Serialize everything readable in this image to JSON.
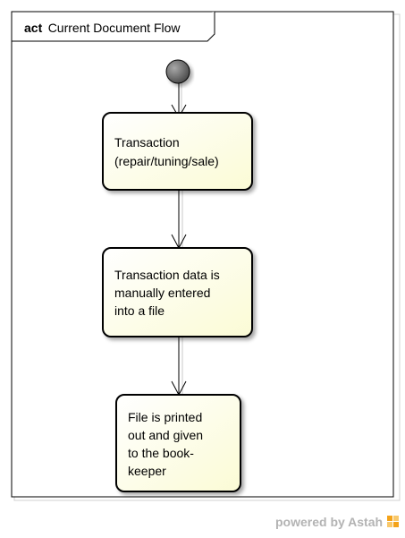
{
  "diagram": {
    "frame_keyword": "act",
    "frame_title": "Current Document Flow",
    "actions": [
      {
        "id": "transaction",
        "lines": [
          "Transaction",
          "(repair/tuning/sale)"
        ]
      },
      {
        "id": "data-entry",
        "lines": [
          "Transaction data is",
          "manually entered",
          "into a file"
        ]
      },
      {
        "id": "printed",
        "lines": [
          "File is printed",
          "out and given",
          "to the book-",
          "keeper"
        ]
      }
    ],
    "flows": [
      {
        "from": "initial",
        "to": "transaction"
      },
      {
        "from": "transaction",
        "to": "data-entry"
      },
      {
        "from": "data-entry",
        "to": "printed"
      }
    ],
    "colors": {
      "action_fill_top": "#ffffff",
      "action_fill_bottom": "#fbfbd5",
      "stroke": "#000000",
      "initial_node": "#6b6b6b",
      "watermark_logo": "#f4a31a"
    }
  },
  "watermark": {
    "text": "powered by Astah"
  }
}
